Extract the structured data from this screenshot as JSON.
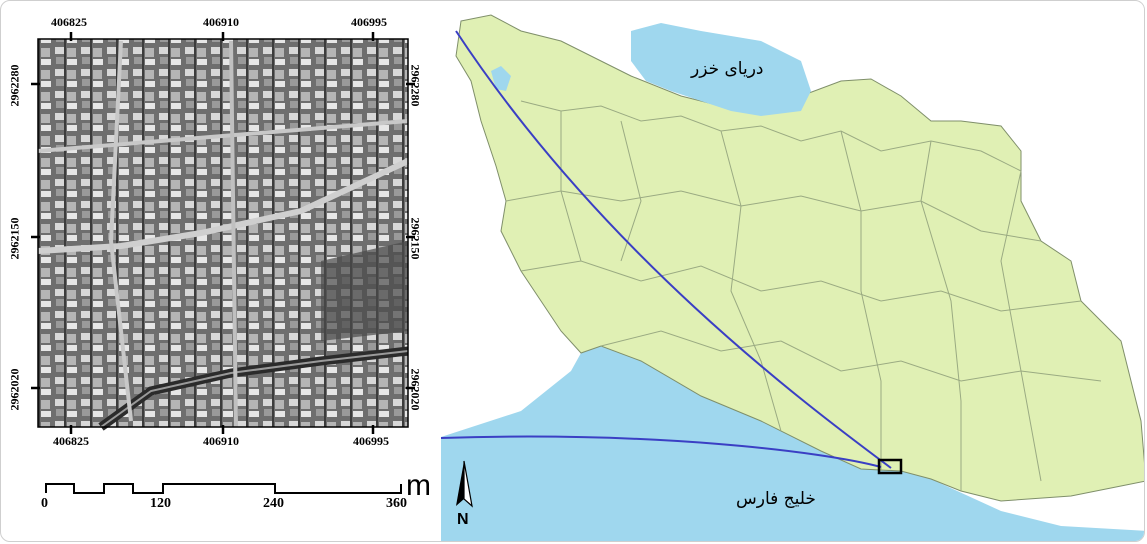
{
  "inset": {
    "x_ticks": [
      "406825",
      "406910",
      "406995"
    ],
    "y_ticks": [
      "2962280",
      "2962150",
      "2962020"
    ]
  },
  "scale_bar": {
    "labels": [
      "0",
      "120",
      "240",
      "360"
    ],
    "unit": "m"
  },
  "north_arrow": {
    "label": "N"
  },
  "map": {
    "caspian_label": "دریای خزر",
    "gulf_label": "خلیج فارس",
    "colors": {
      "land": "#e0f0b4",
      "water": "#9fd7ee",
      "border": "#9aaa82",
      "callout": "#3a3fc4"
    }
  }
}
